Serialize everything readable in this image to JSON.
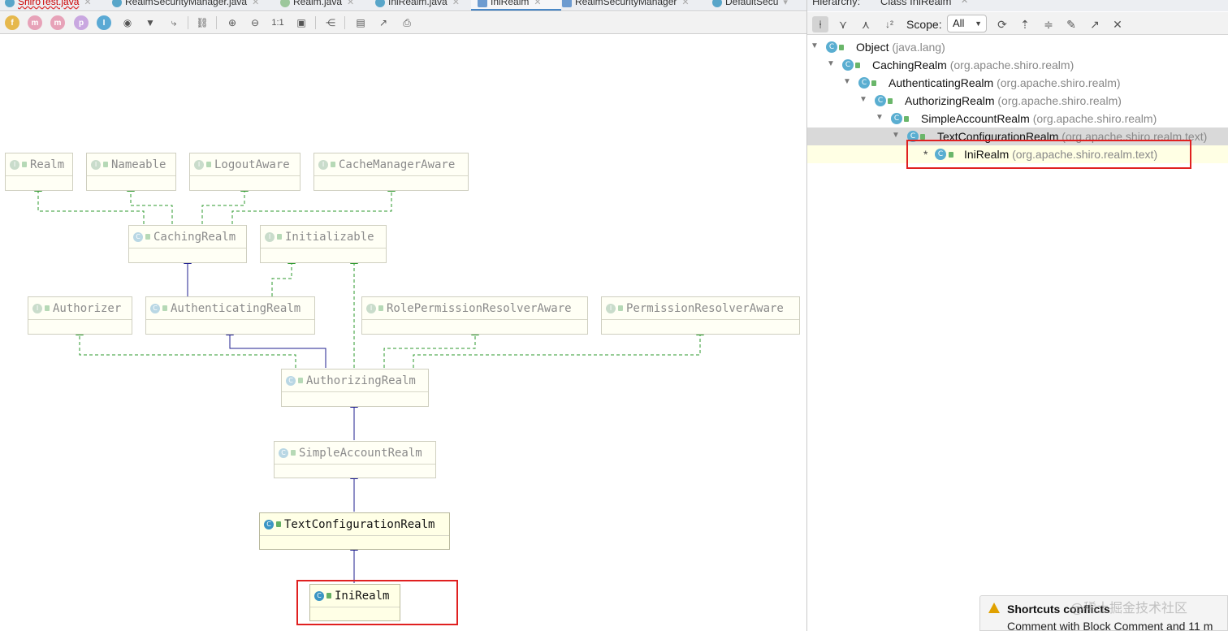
{
  "editor_tabs": [
    {
      "label": "ShiroTest.java"
    },
    {
      "label": "RealmSecurityManager.java"
    },
    {
      "label": "Realm.java"
    },
    {
      "label": "IniRealm.java"
    },
    {
      "label": "IniRealm"
    },
    {
      "label": "RealmSecurityManager"
    },
    {
      "label": "DefaultSecu"
    }
  ],
  "toolbar": {
    "buttons": [
      "f",
      "m",
      "m",
      "p",
      "I",
      "1:1"
    ]
  },
  "diagram": {
    "nodes": [
      {
        "id": "realm",
        "label": "Realm",
        "kind": "interface"
      },
      {
        "id": "nameable",
        "label": "Nameable",
        "kind": "interface"
      },
      {
        "id": "logoutaware",
        "label": "LogoutAware",
        "kind": "interface"
      },
      {
        "id": "cachemanageraware",
        "label": "CacheManagerAware",
        "kind": "interface"
      },
      {
        "id": "cachingrealm",
        "label": "CachingRealm",
        "kind": "class"
      },
      {
        "id": "initializable",
        "label": "Initializable",
        "kind": "interface"
      },
      {
        "id": "authorizer",
        "label": "Authorizer",
        "kind": "interface"
      },
      {
        "id": "authenticatingrealm",
        "label": "AuthenticatingRealm",
        "kind": "class"
      },
      {
        "id": "rolepermissionresolveraware",
        "label": "RolePermissionResolverAware",
        "kind": "interface"
      },
      {
        "id": "permissionresolveraware",
        "label": "PermissionResolverAware",
        "kind": "interface"
      },
      {
        "id": "authorizingrealm",
        "label": "AuthorizingRealm",
        "kind": "class"
      },
      {
        "id": "simpleaccountrealm",
        "label": "SimpleAccountRealm",
        "kind": "class"
      },
      {
        "id": "textconfigurationrealm",
        "label": "TextConfigurationRealm",
        "kind": "class"
      },
      {
        "id": "inirealm",
        "label": "IniRealm",
        "kind": "class"
      }
    ],
    "edges": [
      {
        "from": "cachingrealm",
        "to": "realm",
        "type": "implements"
      },
      {
        "from": "cachingrealm",
        "to": "nameable",
        "type": "implements"
      },
      {
        "from": "cachingrealm",
        "to": "logoutaware",
        "type": "implements"
      },
      {
        "from": "cachingrealm",
        "to": "cachemanageraware",
        "type": "implements"
      },
      {
        "from": "authenticatingrealm",
        "to": "cachingrealm",
        "type": "extends"
      },
      {
        "from": "authenticatingrealm",
        "to": "initializable",
        "type": "implements"
      },
      {
        "from": "authorizingrealm",
        "to": "authorizer",
        "type": "implements"
      },
      {
        "from": "authorizingrealm",
        "to": "authenticatingrealm",
        "type": "extends"
      },
      {
        "from": "authorizingrealm",
        "to": "initializable",
        "type": "implements"
      },
      {
        "from": "authorizingrealm",
        "to": "rolepermissionresolveraware",
        "type": "implements"
      },
      {
        "from": "authorizingrealm",
        "to": "permissionresolveraware",
        "type": "implements"
      },
      {
        "from": "simpleaccountrealm",
        "to": "authorizingrealm",
        "type": "extends"
      },
      {
        "from": "textconfigurationrealm",
        "to": "simpleaccountrealm",
        "type": "extends"
      },
      {
        "from": "inirealm",
        "to": "textconfigurationrealm",
        "type": "extends"
      }
    ]
  },
  "hierarchy": {
    "header_label": "Hierarchy:",
    "tab_label": "Class IniRealm",
    "scope_label": "Scope:",
    "scope_value": "All",
    "rows": [
      {
        "name": "Object",
        "pkg": "(java.lang)"
      },
      {
        "name": "CachingRealm",
        "pkg": "(org.apache.shiro.realm)"
      },
      {
        "name": "AuthenticatingRealm",
        "pkg": "(org.apache.shiro.realm)"
      },
      {
        "name": "AuthorizingRealm",
        "pkg": "(org.apache.shiro.realm)"
      },
      {
        "name": "SimpleAccountRealm",
        "pkg": "(org.apache.shiro.realm)"
      },
      {
        "name": "TextConfigurationRealm",
        "pkg": "(org.apache.shiro.realm.text)"
      },
      {
        "name": "IniRealm",
        "pkg": "(org.apache.shiro.realm.text)",
        "marker": "*"
      }
    ]
  },
  "notification": {
    "title": "Shortcuts conflicts",
    "body": "Comment with Block Comment and 11 m"
  },
  "watermark": "@稀土掘金技术社区",
  "colors": {
    "implements_edge": "#2e9a2e",
    "extends_edge": "#1f1f8f",
    "highlight_box": "#e02020"
  }
}
